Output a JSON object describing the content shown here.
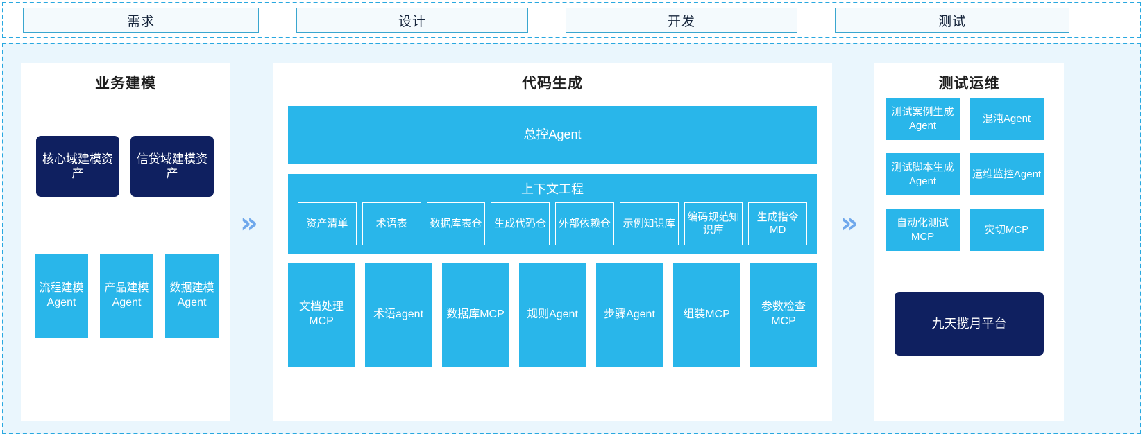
{
  "phases": [
    {
      "label": "需求"
    },
    {
      "label": "设计"
    },
    {
      "label": "开发"
    },
    {
      "label": "测试"
    }
  ],
  "chevrons": {
    "glyph": "»"
  },
  "colors": {
    "accent_cyan": "#29b6ea",
    "navy": "#0f2060",
    "band_bg": "#eaf6fd",
    "dashed_border": "#29a8e0",
    "chevron": "#6fa8ec",
    "tab_border": "#3aa6cf"
  },
  "panels": {
    "modeling": {
      "title": "业务建模",
      "assets": [
        {
          "label": "核心域建模资产"
        },
        {
          "label": "信贷域建模资产"
        }
      ],
      "agents": [
        {
          "label": "流程建模Agent"
        },
        {
          "label": "产品建模Agent"
        },
        {
          "label": "数据建模Agent"
        }
      ]
    },
    "codegen": {
      "title": "代码生成",
      "master_agent": {
        "label": "总控Agent"
      },
      "context_engineering": {
        "title": "上下文工程",
        "items": [
          {
            "label": "资产清单"
          },
          {
            "label": "术语表"
          },
          {
            "label": "数据库表仓"
          },
          {
            "label": "生成代码仓"
          },
          {
            "label": "外部依赖仓"
          },
          {
            "label": "示例知识库"
          },
          {
            "label": "编码规范知识库"
          },
          {
            "label": "生成指令MD"
          }
        ]
      },
      "tools": [
        {
          "label": "文档处理MCP"
        },
        {
          "label": "术语agent"
        },
        {
          "label": "数据库MCP"
        },
        {
          "label": "规则Agent"
        },
        {
          "label": "步骤Agent"
        },
        {
          "label": "组装MCP"
        },
        {
          "label": "参数检查MCP"
        }
      ]
    },
    "testops": {
      "title": "测试运维",
      "items": [
        {
          "label": "测试案例生成Agent"
        },
        {
          "label": "混沌Agent"
        },
        {
          "label": "测试脚本生成Agent"
        },
        {
          "label": "运维监控Agent"
        },
        {
          "label": "自动化测试MCP"
        },
        {
          "label": "灾切MCP"
        }
      ],
      "platform": {
        "label": "九天揽月平台"
      }
    }
  }
}
